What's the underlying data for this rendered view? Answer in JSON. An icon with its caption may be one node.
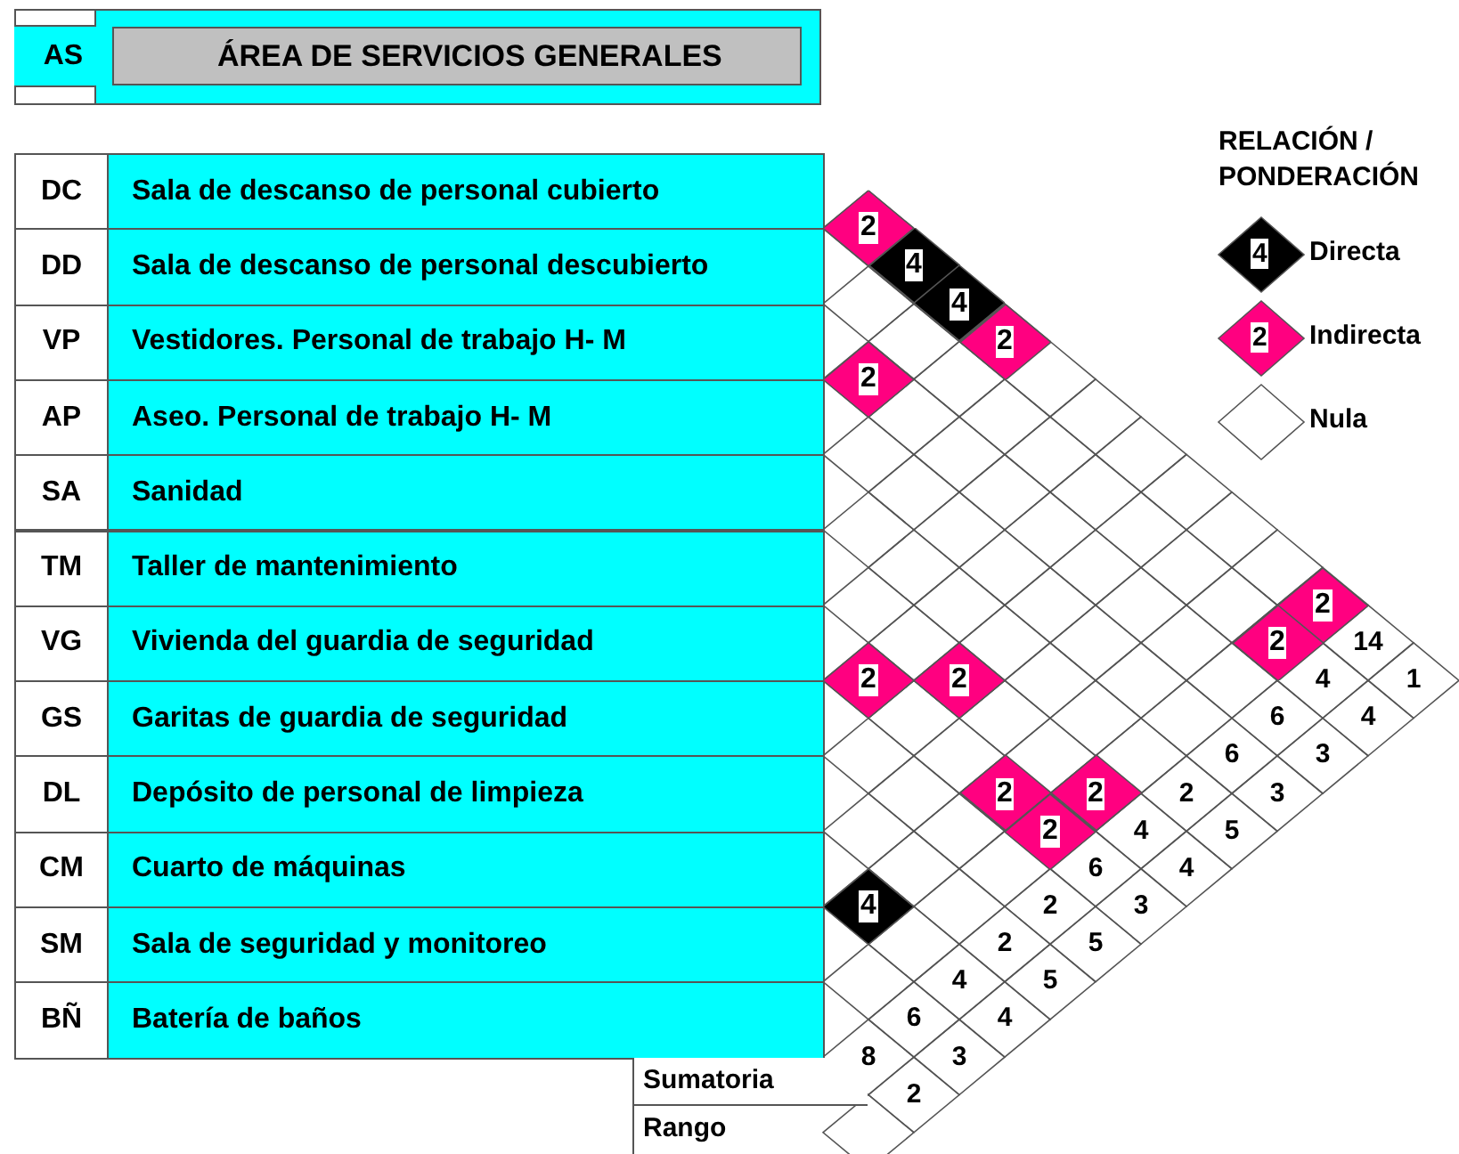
{
  "diagram": {
    "nodes": [
      {
        "text": [
          "AS"
        ]
      },
      {
        "text": [
          "ÁREA DE SERVICIOS GENERALES"
        ]
      },
      {
        "text": [
          "DC"
        ]
      },
      {
        "text": [
          "Sala de descanso de personal cubierto"
        ]
      },
      {
        "text": [
          "DD"
        ]
      },
      {
        "text": [
          "Sala de descanso de personal descubierto"
        ]
      },
      {
        "text": [
          "VP"
        ]
      },
      {
        "text": [
          "Vestidores. Personal de trabajo H- M"
        ]
      },
      {
        "text": [
          "AP"
        ]
      },
      {
        "text": [
          "Aseo. Personal de trabajo H- M"
        ]
      },
      {
        "text": [
          "SA"
        ]
      },
      {
        "text": [
          "Sanidad"
        ]
      },
      {
        "text": [
          "TM"
        ]
      },
      {
        "text": [
          "Taller de mantenimiento"
        ]
      },
      {
        "text": [
          "VG"
        ]
      },
      {
        "text": [
          "Vivienda del guardia de seguridad"
        ]
      },
      {
        "text": [
          "GS"
        ]
      },
      {
        "text": [
          "Garitas de guardia de seguridad"
        ]
      },
      {
        "text": [
          "DL"
        ]
      },
      {
        "text": [
          "Depósito de personal de limpieza"
        ]
      },
      {
        "text": [
          "CM"
        ]
      },
      {
        "text": [
          "Cuarto de máquinas"
        ]
      },
      {
        "text": [
          "SM"
        ]
      },
      {
        "text": [
          "Sala de seguridad y monitoreo"
        ]
      },
      {
        "text": [
          "BÑ"
        ]
      },
      {
        "text": [
          "Batería de baños"
        ]
      },
      {
        "text": [
          "2"
        ]
      },
      {
        "text": [
          "4"
        ]
      },
      {
        "text": [
          "4"
        ]
      },
      {
        "text": [
          "2"
        ]
      },
      {
        "text": [
          "2"
        ]
      },
      {
        "text": [
          "2"
        ]
      },
      {
        "text": [
          "2"
        ]
      },
      {
        "text": [
          "2"
        ]
      },
      {
        "text": [
          "2"
        ]
      },
      {
        "text": [
          "2"
        ]
      },
      {
        "text": [
          "2"
        ]
      },
      {
        "text": [
          "2"
        ]
      },
      {
        "text": [
          "4"
        ]
      },
      {
        "text": [
          "Sumatoria"
        ]
      },
      {
        "text": [
          "Rango"
        ]
      }
    ],
    "labels": [
      "RELACIÓN / PONDERACIÓN",
      "4",
      "2",
      "14",
      "4",
      "1",
      "6",
      "4",
      "6",
      "3",
      "2",
      "3",
      "4",
      "5",
      "6",
      "4",
      "2",
      "3",
      "2",
      "5",
      "4",
      "5",
      "6",
      "4",
      "8",
      "3",
      "2"
    ],
    "legend": [
      {
        "text": "Directa",
        "color": "#000000"
      },
      {
        "text": "Indirecta",
        "color": "#ff0080"
      },
      {
        "text": "Nula"
      }
    ]
  }
}
